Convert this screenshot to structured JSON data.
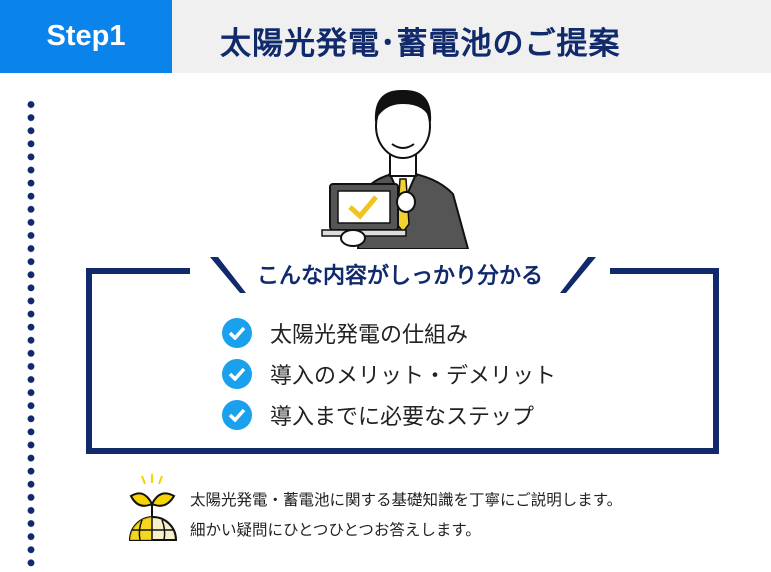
{
  "header": {
    "step_label": "Step1",
    "title": "太陽光発電･蓄電池のご提案"
  },
  "box": {
    "subtitle": "こんな内容がしっかり分かる",
    "items": [
      {
        "label": "太陽光発電の仕組み",
        "icon": "check-circle-icon"
      },
      {
        "label": "導入のメリット・デメリット",
        "icon": "check-circle-icon"
      },
      {
        "label": "導入までに必要なステップ",
        "icon": "check-circle-icon"
      }
    ]
  },
  "footer": {
    "lines": [
      "太陽光発電・蓄電池に関する基礎知識を丁寧にご説明します。",
      "細かい疑問にひとつひとつお答えします。"
    ]
  },
  "colors": {
    "accent": "#0a84ea",
    "navy": "#102a6b",
    "check": "#1aa0ec",
    "bar": "#f0f0f0"
  }
}
